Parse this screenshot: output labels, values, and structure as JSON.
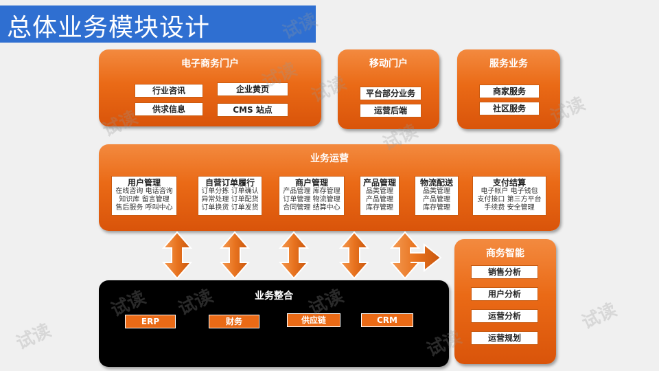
{
  "title": "总体业务模块设计",
  "watermark": "试读",
  "ecommerce_portal": {
    "title": "电子商务门户",
    "items": [
      "行业咨讯",
      "企业黄页",
      "供求信息",
      "CMS 站点"
    ]
  },
  "mobile_portal": {
    "title": "移动门户",
    "items": [
      "平台部分业务",
      "运营后端"
    ]
  },
  "service_business": {
    "title": "服务业务",
    "items": [
      "商家服务",
      "社区服务"
    ]
  },
  "business_operation": {
    "title": "业务运营",
    "modules": [
      {
        "title": "用户管理",
        "lines": [
          "在线咨询  电话咨询",
          "知识库  留言管理",
          "售后服务  呼叫中心"
        ]
      },
      {
        "title": "自营订单履行",
        "lines": [
          "订单分拣  订单确认",
          "异常处理  订单配货",
          "订单换货  订单发货"
        ]
      },
      {
        "title": "商户管理",
        "lines": [
          "产品管理  库存管理",
          "订单管理  物流管理",
          "合同管理  结算中心"
        ]
      },
      {
        "title": "产品管理",
        "lines": [
          "品类管理",
          "产品管理",
          "库存管理"
        ]
      },
      {
        "title": "物流配送",
        "lines": [
          "品类管理",
          "产品管理",
          "库存管理"
        ]
      },
      {
        "title": "支付结算",
        "lines": [
          "电子帐户    电子钱包",
          "支付接口  第三方平台",
          "手续费      安全管理"
        ]
      }
    ]
  },
  "business_integration": {
    "title": "业务整合",
    "items": [
      "ERP",
      "财务",
      "供应链",
      "CRM"
    ]
  },
  "business_intelligence": {
    "title": "商务智能",
    "items": [
      "销售分析",
      "用户分析",
      "运营分析",
      "运营规划"
    ]
  },
  "colors": {
    "title_bar": "#2f6fd1",
    "panel_orange": "#ea6a16",
    "arrow_orange": "#e8731f",
    "integration_black": "#000000"
  }
}
